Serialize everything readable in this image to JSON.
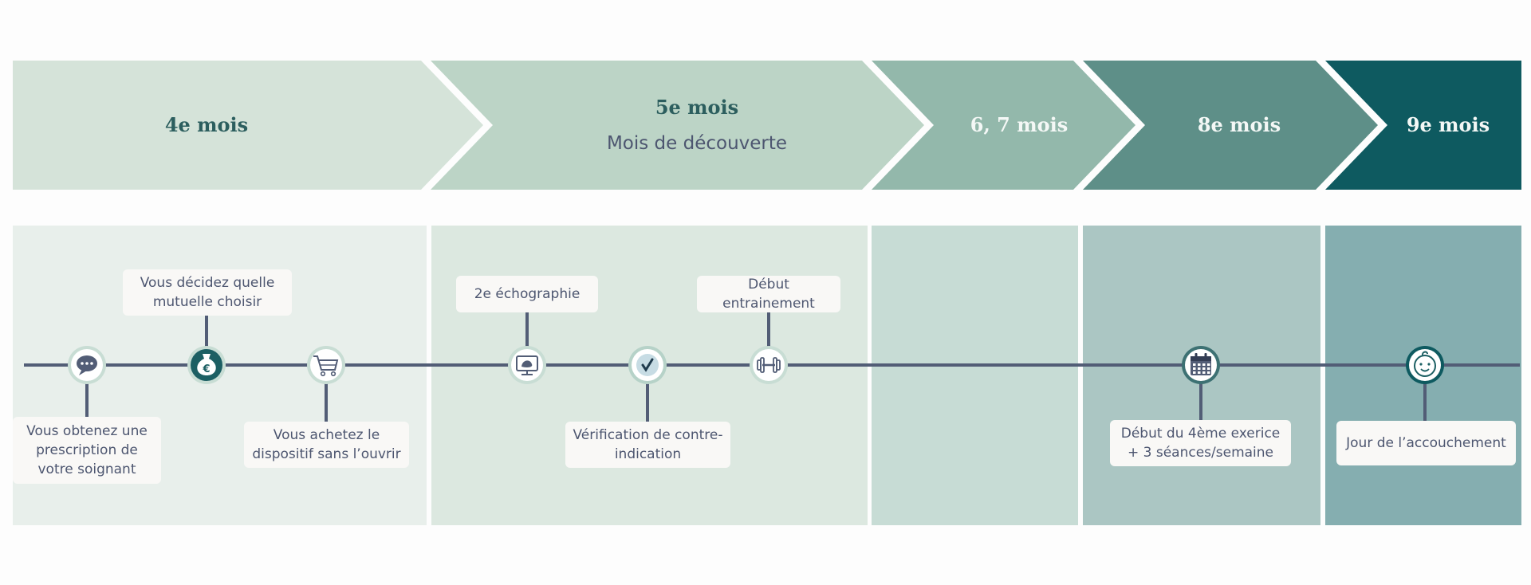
{
  "months": [
    {
      "title": "4e mois",
      "subtitle": ""
    },
    {
      "title": "5e mois",
      "subtitle": "Mois de découverte"
    },
    {
      "title": "6, 7 mois",
      "subtitle": ""
    },
    {
      "title": "8e mois",
      "subtitle": ""
    },
    {
      "title": "9e mois",
      "subtitle": ""
    }
  ],
  "colors": {
    "bar": [
      "#d5e3d9",
      "#bcd4c6",
      "#93b8ab",
      "#5e8f88",
      "#0e5a60"
    ],
    "bar_text": [
      "#2c5e5e",
      "#2c5e5e",
      "#f4f8f6",
      "#f4f8f6",
      "#f4f8f6"
    ],
    "subtitle_text": "#4d5670",
    "panel": [
      "#e8efeb",
      "#dce8e0",
      "#c7dcd5",
      "#abc6c3",
      "#85aeb0"
    ],
    "timeline": "#525d76",
    "label_bg": "#f9f8f6",
    "label_text": "#4d5670"
  },
  "events": [
    {
      "label": "Vous obtenez une prescription de votre soignant",
      "icon": "speech-bubble-icon"
    },
    {
      "label": "Vous décidez quelle mutuelle choisir",
      "icon": "money-bag-euro-icon"
    },
    {
      "label": "Vous achetez le dispositif sans l’ouvrir",
      "icon": "shopping-cart-icon"
    },
    {
      "label": "2e échographie",
      "icon": "ultrasound-monitor-icon"
    },
    {
      "label": "Vérification de contre-indication",
      "icon": "checkmark-icon"
    },
    {
      "label": "Début entrainement",
      "icon": "dumbbell-icon"
    },
    {
      "label": "Début du 4ème exerice + 3 séances/semaine",
      "icon": "calendar-icon"
    },
    {
      "label": "Jour de l’accouchement",
      "icon": "baby-face-icon"
    }
  ]
}
